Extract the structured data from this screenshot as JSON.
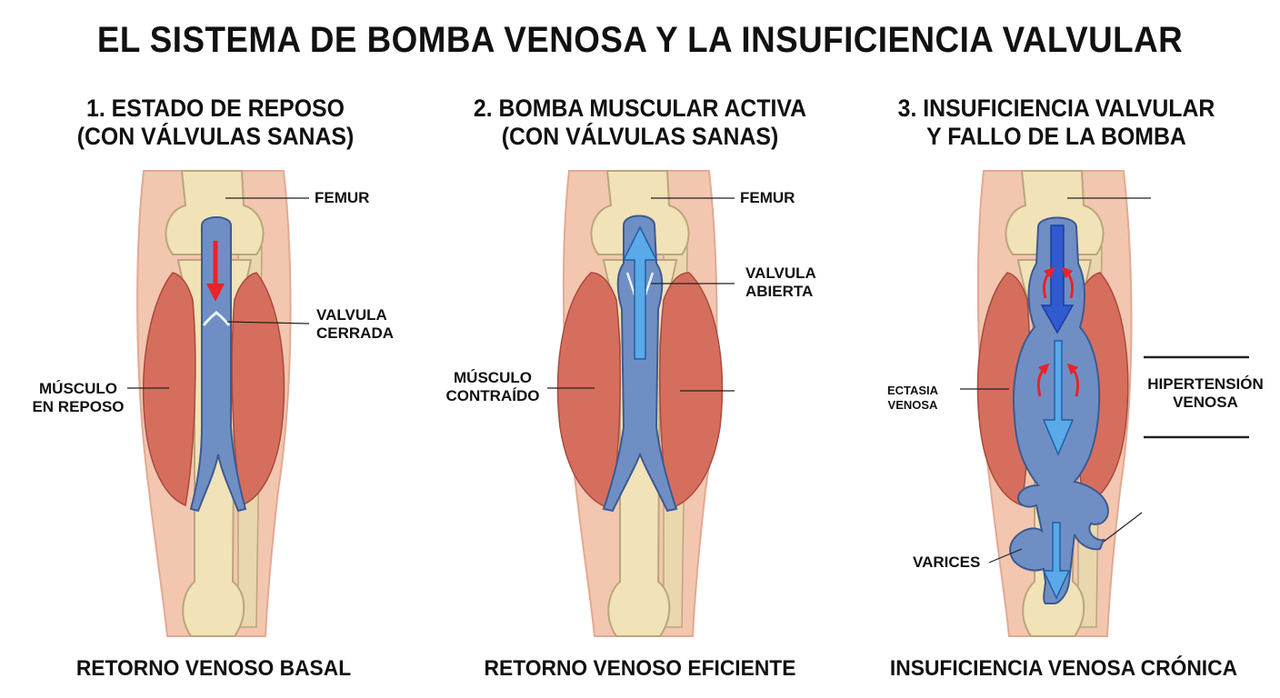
{
  "title": "EL SISTEMA DE BOMBA VENOSA Y LA INSUFICIENCIA VALVULAR",
  "colors": {
    "skin": "#f3c6b0",
    "bone": "#f1e2b8",
    "muscle": "#d66e5e",
    "vein": "#6f8fc4",
    "arrow_red": "#e8232a",
    "arrow_blue": "#2f5ad0",
    "arrow_light": "#5aa9e8"
  },
  "panels": [
    {
      "title_line1": "1. ESTADO DE REPOSO",
      "title_line2": "(CON VÁLVULAS SANAS)",
      "footer": "RETORNO VENOSO BASAL",
      "labels": {
        "femur": "FEMUR",
        "valve_line1": "VALVULA",
        "valve_line2": "CERRADA",
        "muscle_line1": "MÚSCULO",
        "muscle_line2": "EN REPOSO"
      }
    },
    {
      "title_line1": "2. BOMBA MUSCULAR ACTIVA",
      "title_line2": "(CON VÁLVULAS SANAS)",
      "footer": "RETORNO VENOSO EFICIENTE",
      "labels": {
        "femur": "FEMUR",
        "valve_line1": "VALVULA",
        "valve_line2": "ABIERTA",
        "muscle_line1": "MÚSCULO",
        "muscle_line2": "CONTRAÍDO"
      }
    },
    {
      "title_line1": "3. INSUFICIENCIA VALVULAR",
      "title_line2": "Y FALLO DE LA BOMBA",
      "footer": "INSUFICIENCIA VENOSA CRÓNICA",
      "labels": {
        "ectasia_line1": "ECTASIA",
        "ectasia_line2": "VENOSA",
        "hyper_line1": "HIPERTENSIÓN",
        "hyper_line2": "VENOSA",
        "varices": "VARICES"
      }
    }
  ]
}
